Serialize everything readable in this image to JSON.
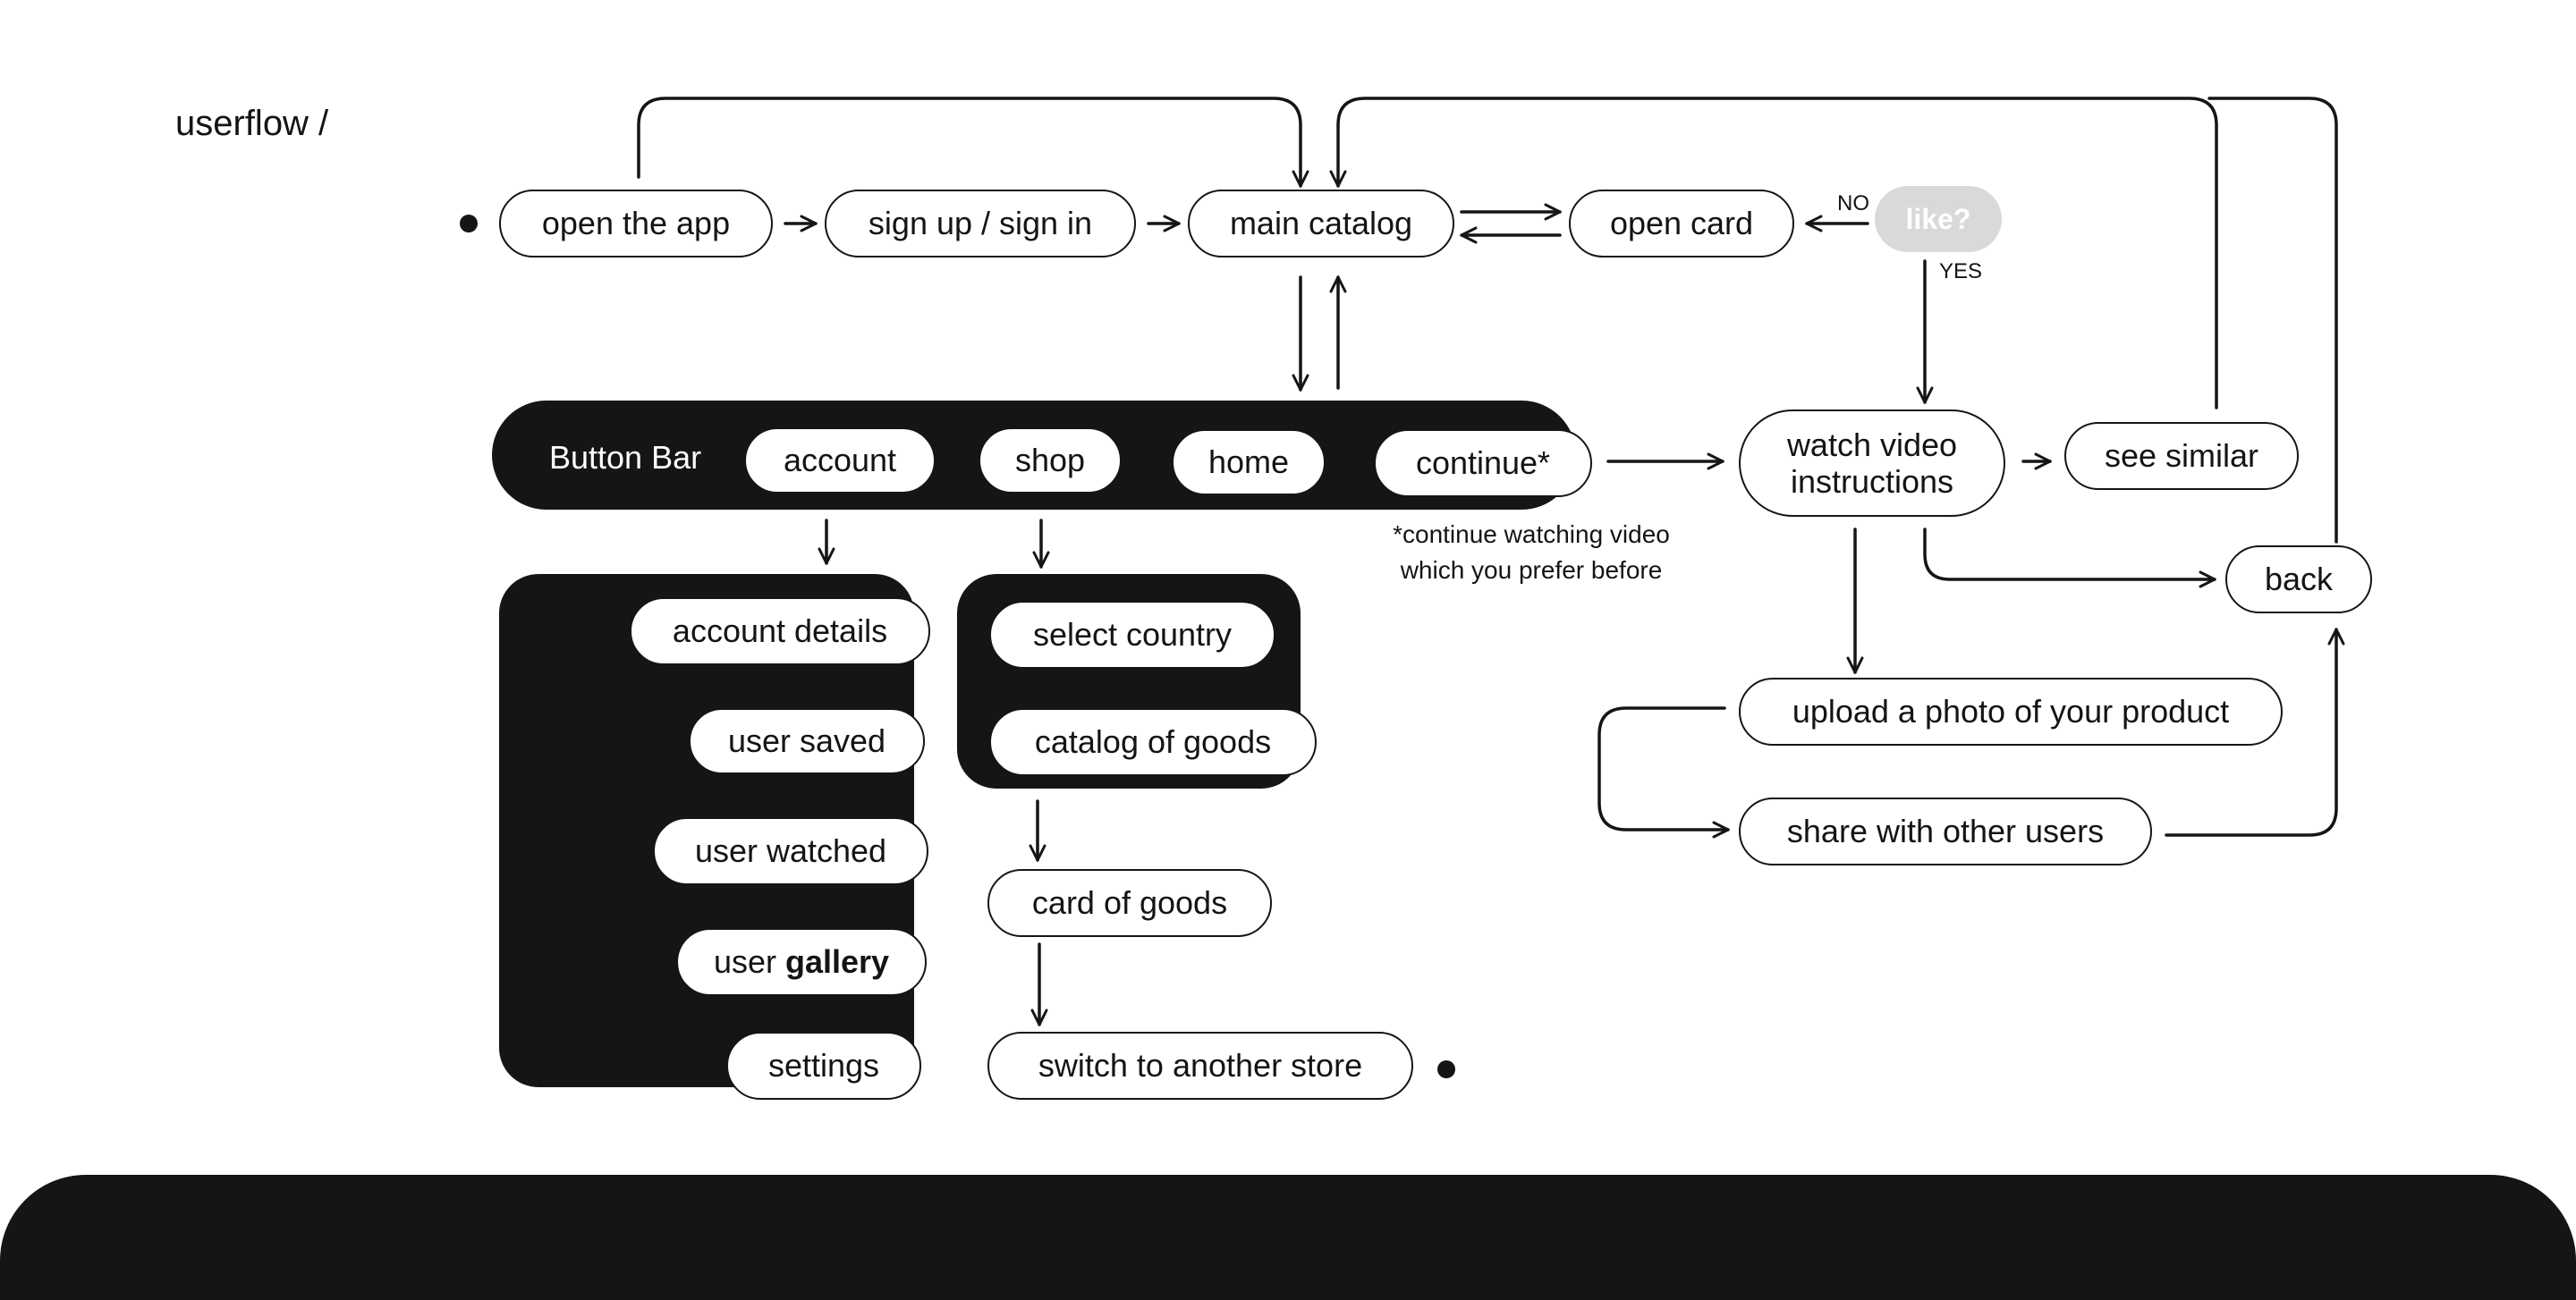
{
  "title": "userflow /",
  "flow": {
    "open_app": "open the app",
    "signup": "sign up / sign in",
    "main_catalog": "main catalog",
    "open_card": "open card",
    "like": "like?",
    "no": "NO",
    "yes": "YES"
  },
  "button_bar": {
    "label": "Button Bar",
    "account": "account",
    "shop": "shop",
    "home": "home",
    "continue": "continue*"
  },
  "note": {
    "line1": "*continue watching video",
    "line2": "which you prefer before"
  },
  "account_menu": {
    "details": "account details",
    "saved": "user saved",
    "watched": "user watched",
    "gallery_prefix": "user",
    "gallery_bold": "gallery",
    "settings": "settings"
  },
  "shop_menu": {
    "country": "select country",
    "catalog": "catalog of goods",
    "card": "card of goods",
    "switch": "switch to another store"
  },
  "video": {
    "watch_line1": "watch video",
    "watch_line2": "instructions",
    "see_similar": "see similar",
    "back": "back",
    "upload": "upload a photo of your product",
    "share": "share with other users"
  },
  "colors": {
    "ink": "#151515",
    "background": "#ffffff",
    "decision_fill": "#d9d9d9"
  }
}
